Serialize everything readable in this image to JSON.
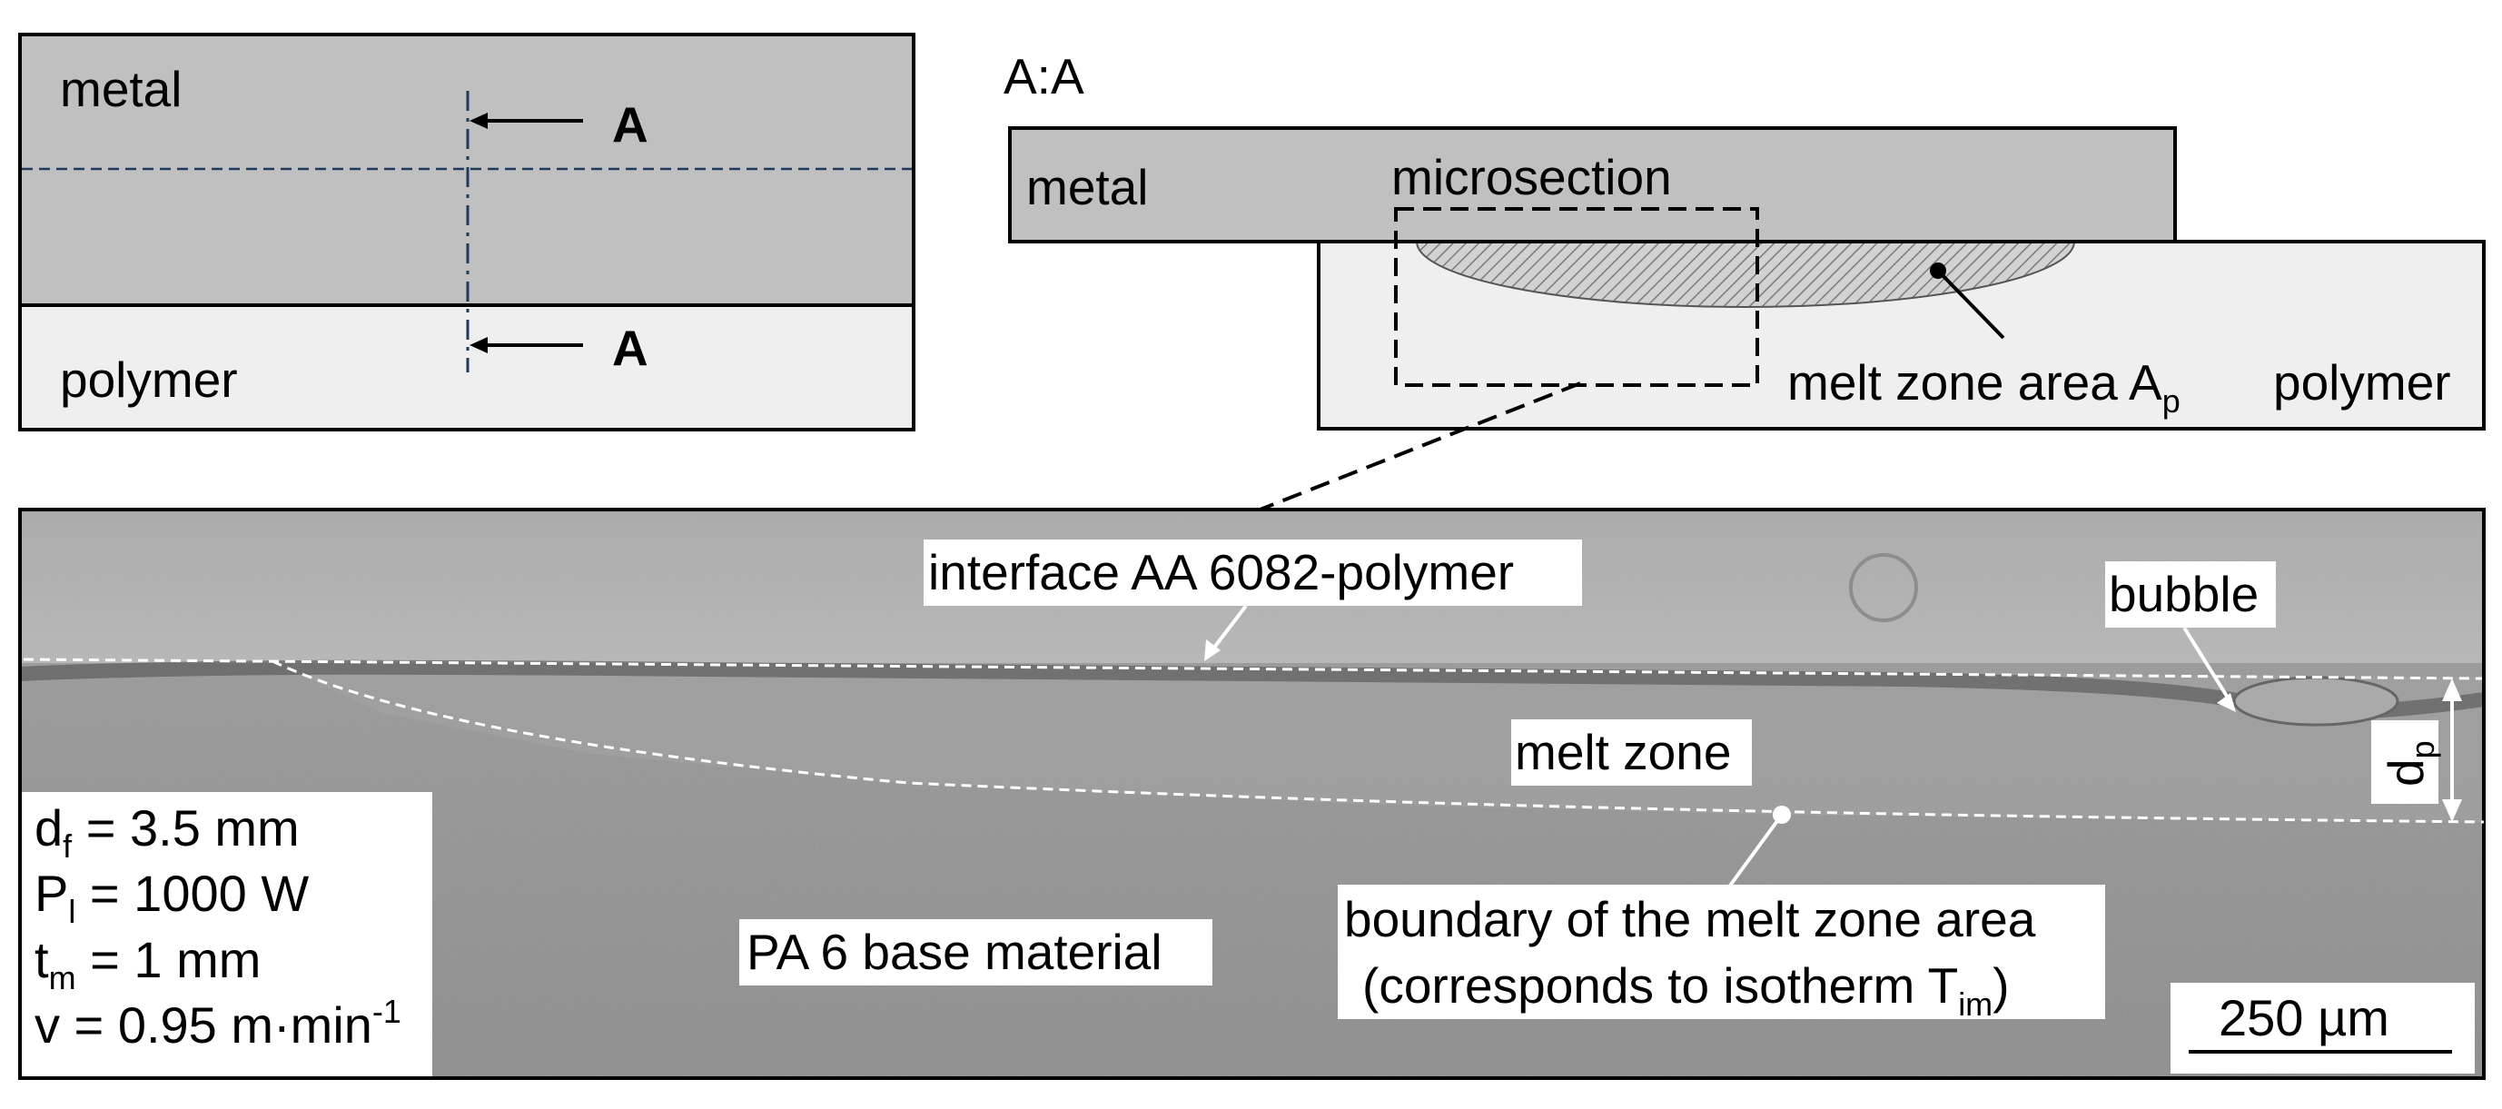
{
  "top_left": {
    "metal_label": "metal",
    "polymer_label": "polymer",
    "section_marker_top": "A",
    "section_marker_bottom": "A"
  },
  "top_right": {
    "section_title": "A:A",
    "metal_label": "metal",
    "polymer_label": "polymer",
    "microsection_label": "microsection",
    "melt_zone_area_label": "melt zone area A",
    "melt_zone_area_sub": "p"
  },
  "micrograph": {
    "interface_label": "interface AA 6082-polymer",
    "bubble_label": "bubble",
    "melt_zone_label": "melt zone",
    "depth_label": "d",
    "depth_sub": "p",
    "boundary_label_line1": "boundary of the melt zone area",
    "boundary_label_line2_pre": "(corresponds to isotherm T",
    "boundary_label_line2_sub": "im",
    "boundary_label_line2_post": ")",
    "base_material_label": "PA 6 base material",
    "scale_bar_label": "250 µm",
    "params": [
      {
        "sym": "d",
        "sub": "f",
        "rest": " = 3.5 mm",
        "sup": ""
      },
      {
        "sym": "P",
        "sub": "l",
        "rest": " = 1000 W",
        "sup": ""
      },
      {
        "sym": "t",
        "sub": "m",
        "rest": " = 1 mm",
        "sup": ""
      },
      {
        "sym": "v",
        "sub": "",
        "rest": " = 0.95 m·min",
        "sup": "-1"
      }
    ]
  }
}
